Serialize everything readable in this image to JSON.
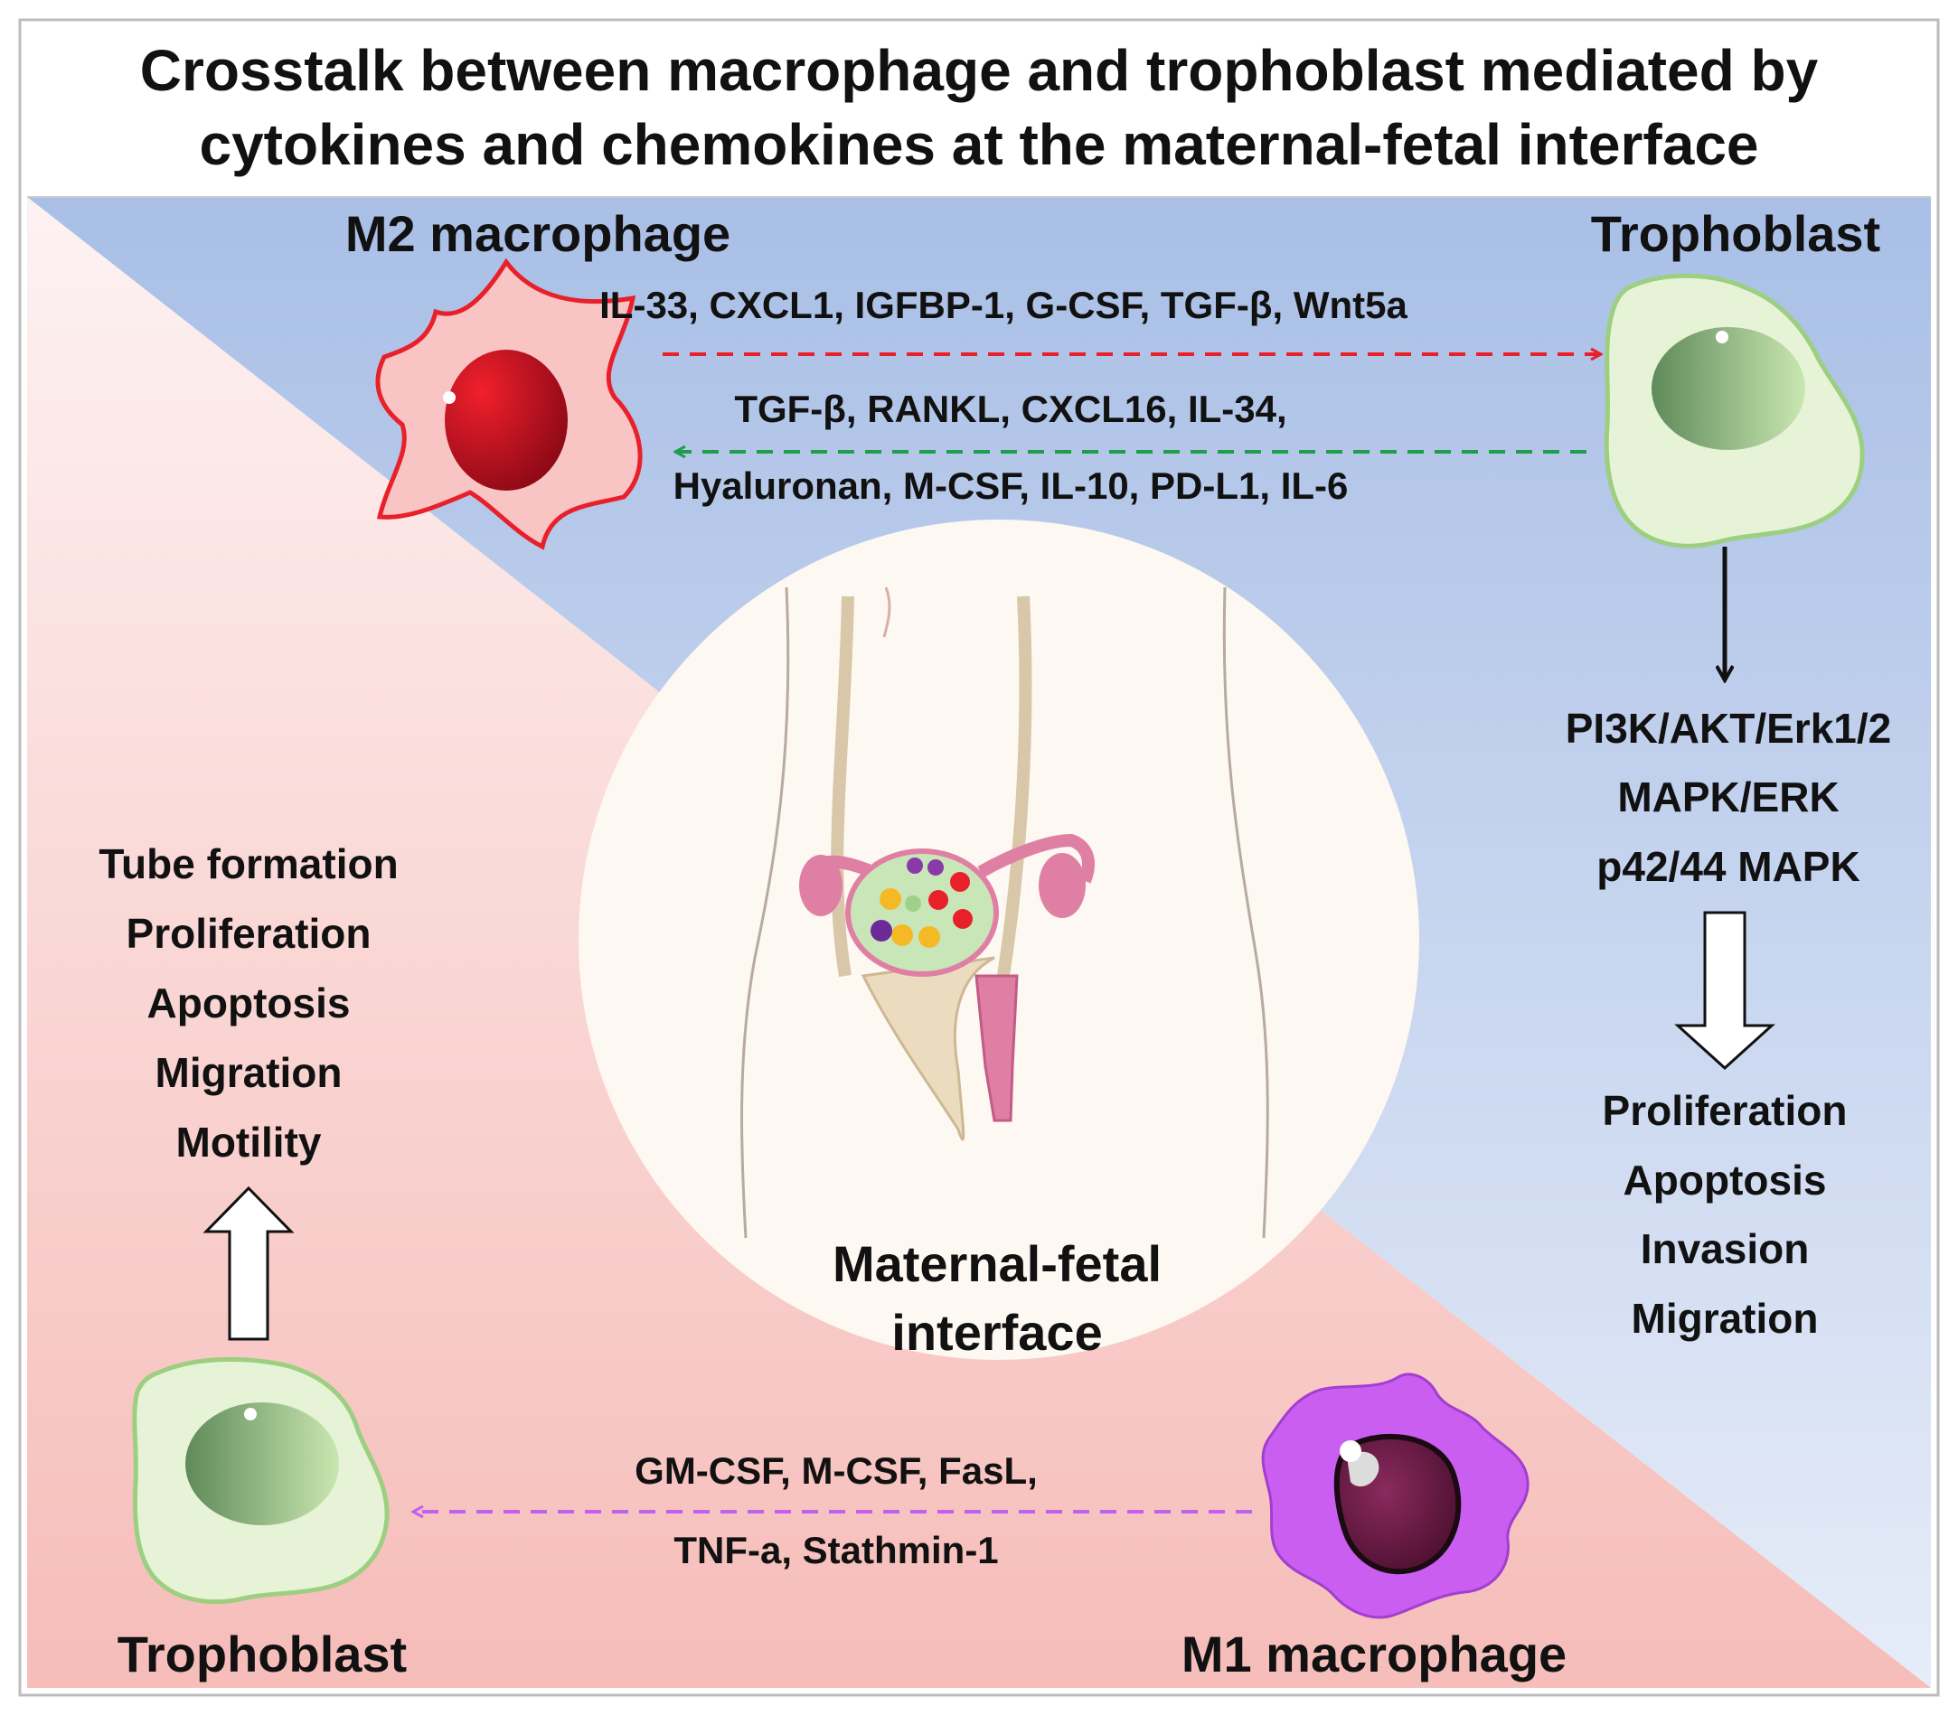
{
  "title": {
    "line1": "Crosstalk between macrophage and trophoblast mediated by",
    "line2": "cytokines and chemokines at the maternal-fetal interface"
  },
  "top": {
    "m2_label": "M2 macrophage",
    "trophoblast_label": "Trophoblast",
    "m2_to_troph_signals": "IL-33, CXCL1, IGFBP-1, G-CSF, TGF-β, Wnt5a",
    "troph_to_m2_signals_line1": "TGF-β, RANKL, CXCL16, IL-34,",
    "troph_to_m2_signals_line2": "Hyaluronan, M-CSF, IL-10, PD-L1, IL-6",
    "pathways": [
      "PI3K/AKT/Erk1/2",
      "MAPK/ERK",
      "p42/44 MAPK"
    ],
    "outcomes": [
      "Proliferation",
      "Apoptosis",
      "Invasion",
      "Migration"
    ]
  },
  "center": {
    "label_line1": "Maternal-fetal",
    "label_line2": "interface"
  },
  "bottom": {
    "outcomes": [
      "Tube formation",
      "Proliferation",
      "Apoptosis",
      "Migration",
      "Motility"
    ],
    "trophoblast_label": "Trophoblast",
    "m1_label": "M1 macrophage",
    "m1_to_troph_signals_line1": "GM-CSF, M-CSF, FasL,",
    "m1_to_troph_signals_line2": "TNF-a, Stathmin-1"
  },
  "colors": {
    "top_bg": "#b3c6e8",
    "bottom_bg": "#f7c4c2",
    "m2_arrow": "#e8202a",
    "troph_arrow": "#1e9e4a",
    "m1_arrow": "#c060ee",
    "m2_cell": "#f9c4c4",
    "m1_cell": "#c95ef0",
    "troph_cell": "#e6f3d6"
  }
}
